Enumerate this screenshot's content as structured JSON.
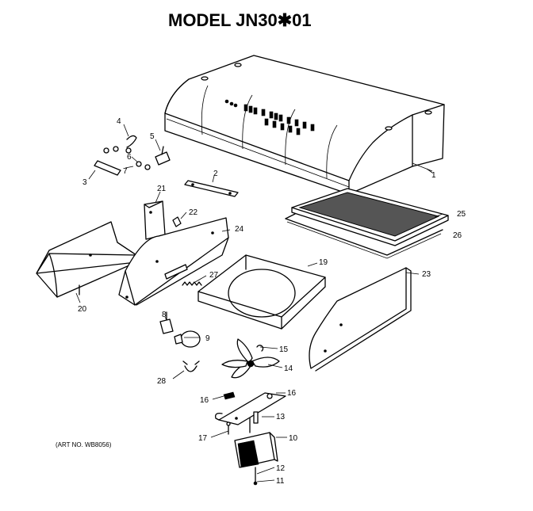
{
  "title": "MODEL JN30✱01",
  "art_number": "(ART NO. WB8056)",
  "part_labels": {
    "p1": "1",
    "p2": "2",
    "p3": "3",
    "p4": "4",
    "p5": "5",
    "p6": "6",
    "p7": "7",
    "p8": "8",
    "p9": "9",
    "p10": "10",
    "p11": "11",
    "p12": "12",
    "p13": "13",
    "p14": "14",
    "p15": "15",
    "p16a": "16",
    "p16b": "16",
    "p17": "17",
    "p19": "19",
    "p20": "20",
    "p21": "21",
    "p22": "22",
    "p23": "23",
    "p24": "24",
    "p25": "25",
    "p26": "26",
    "p27": "27",
    "p28": "28"
  }
}
